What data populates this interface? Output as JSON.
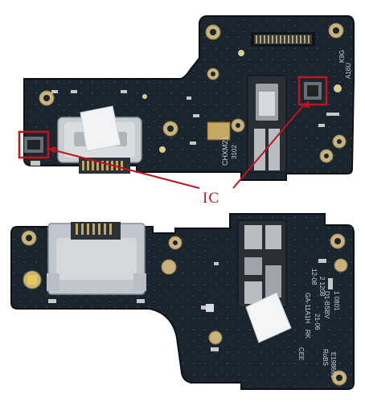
{
  "callout_label": "IC",
  "colors": {
    "pcb": "#1b2530",
    "pcb_dark": "#111820",
    "pad_gold": "#c9b37a",
    "pad_silver": "#c8cdd2",
    "highlight_red": "#c0141a"
  },
  "top_board_text": [
    "CHXM21",
    "3102",
    "K9G",
    "A16U"
  ],
  "bottom_board_text": [
    "CEE",
    "RK",
    "RoBS",
    "E198661",
    "12-08",
    "2 1208",
    "21-06",
    "GA-11A1H",
    "D1-BSBV",
    "1 0801"
  ]
}
